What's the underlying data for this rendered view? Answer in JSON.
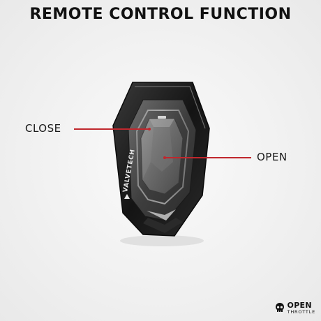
{
  "header": {
    "title": "REMOTE CONTROL FUNCTION"
  },
  "callouts": {
    "close_label": "CLOSE",
    "open_label": "OPEN",
    "line_color": "#c0272d"
  },
  "device": {
    "brand_text": "VALVETECH"
  },
  "brand": {
    "line1": "OPEN",
    "line2": "THROTTLE"
  }
}
